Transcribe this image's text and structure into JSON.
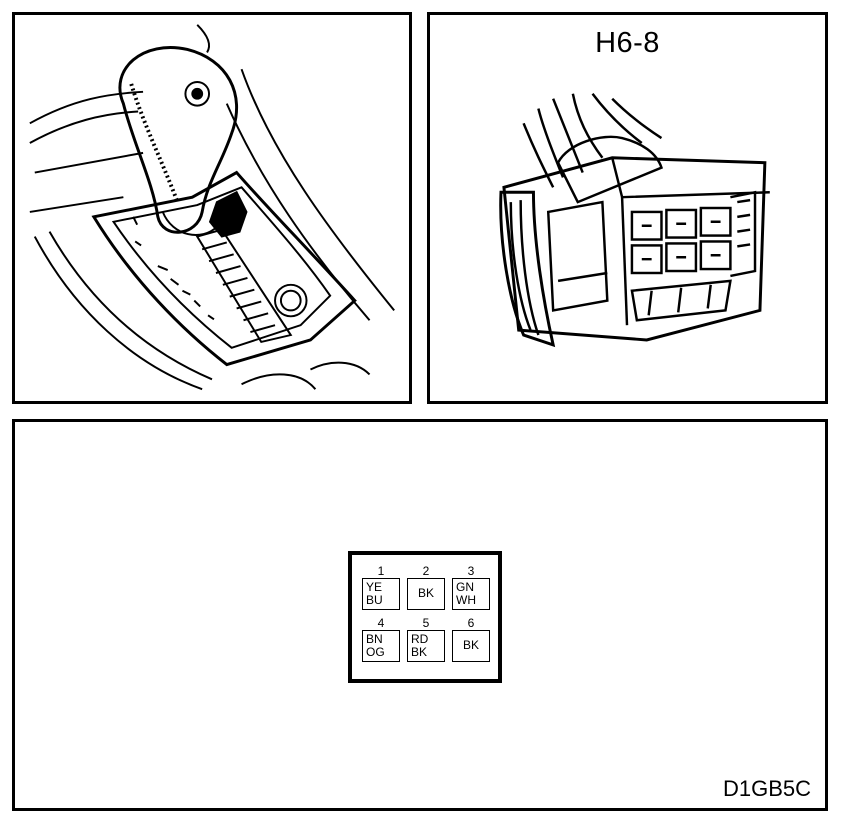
{
  "connector": {
    "id": "H6-8"
  },
  "figure_code": "D1GB5C",
  "pins": [
    {
      "number": "1",
      "colors": [
        "YE",
        "BU"
      ]
    },
    {
      "number": "2",
      "colors": [
        "BK"
      ]
    },
    {
      "number": "3",
      "colors": [
        "GN",
        "WH"
      ]
    },
    {
      "number": "4",
      "colors": [
        "BN",
        "OG"
      ]
    },
    {
      "number": "5",
      "colors": [
        "RD",
        "BK"
      ]
    },
    {
      "number": "6",
      "colors": [
        "BK"
      ]
    }
  ],
  "colors": {
    "line": "#000000",
    "background": "#ffffff"
  }
}
